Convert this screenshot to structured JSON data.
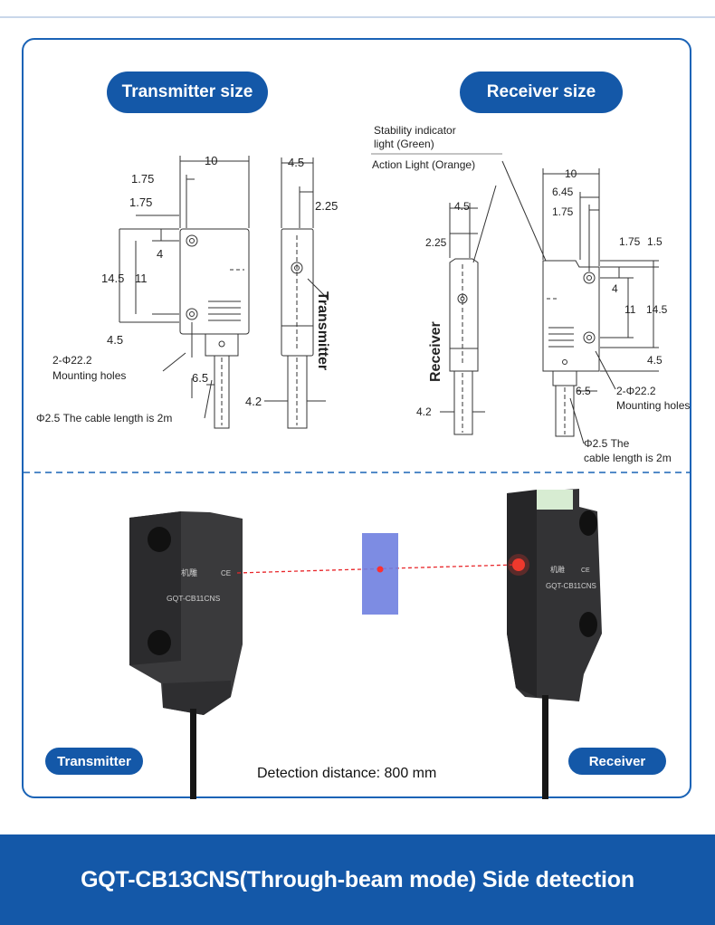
{
  "labels": {
    "transmitter_size": "Transmitter size",
    "receiver_size": "Receiver size",
    "transmitter": "Transmitter",
    "receiver": "Receiver",
    "detection_distance": "Detection distance: 800 mm",
    "footer_title": "GQT-CB13CNS(Through-beam mode) Side detection"
  },
  "tx_drawing": {
    "dim_10": "10",
    "dim_4_5": "4.5",
    "dim_1_75_a": "1.75",
    "dim_1_75_b": "1.75",
    "dim_2_25": "2.25",
    "dim_4": "4",
    "dim_14_5": "14.5",
    "dim_11": "11",
    "dim_4_5b": "4.5",
    "holes": "2-Φ22.2",
    "holes_note": "Mounting holes",
    "dim_6_5": "6.5",
    "dim_4_2": "4.2",
    "cable": "Φ2.5 The cable length is 2m",
    "side_label": "Transmitter"
  },
  "rx_drawing": {
    "stability": "Stability indicator",
    "stability2": "light (Green)",
    "action": "Action Light (Orange)",
    "dim_10": "10",
    "dim_6_45": "6.45",
    "dim_1_75": "1.75",
    "dim_4_5": "4.5",
    "dim_2_25": "2.25",
    "dim_1_75b": "1.75",
    "dim_1_5": "1.5",
    "dim_4": "4",
    "dim_11": "11",
    "dim_14_5": "14.5",
    "dim_4_5b": "4.5",
    "dim_6_5": "6.5",
    "holes": "2-Φ22.2",
    "holes_note": "Mounting holes",
    "dim_4_2": "4.2",
    "cable": "Φ2.5 The",
    "cable2": "cable length is 2m",
    "side_label": "Receiver"
  },
  "products": {
    "model_left": "GQT-CB11CNS",
    "model_right": "GQT-CB11CNS",
    "brand": "机雕",
    "ce": "CE"
  },
  "colors": {
    "brand_blue": "#1458a8",
    "beam_red": "#e8262a",
    "target_blue": "#6f7fe0",
    "led_green": "#cfe9c6"
  }
}
